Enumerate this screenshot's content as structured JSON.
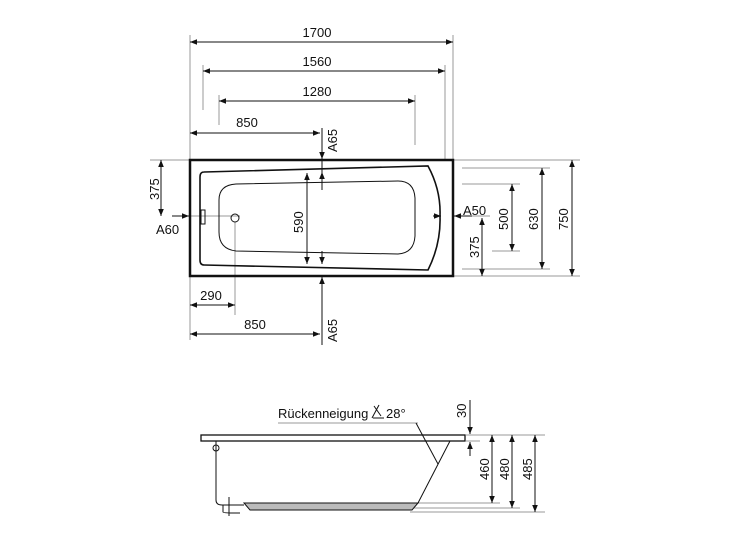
{
  "top_view": {
    "overall_length": "1700",
    "rim_length": "1560",
    "basin_length": "1280",
    "a65_offset_top": "850",
    "a65_label_top": "A65",
    "drain_offset": "375",
    "a60_label": "A60",
    "inner_width": "590",
    "a50_label": "A50",
    "right_375": "375",
    "basin_width": "500",
    "rim_width": "630",
    "overall_width": "750",
    "drain_x": "290",
    "a65_offset_bottom": "850",
    "a65_label_bottom": "A65"
  },
  "side_view": {
    "back_slope_label": "Rückenneigung",
    "back_slope_angle": "28°",
    "rim_thickness": "30",
    "height_460": "460",
    "height_480": "480",
    "height_485": "485"
  }
}
